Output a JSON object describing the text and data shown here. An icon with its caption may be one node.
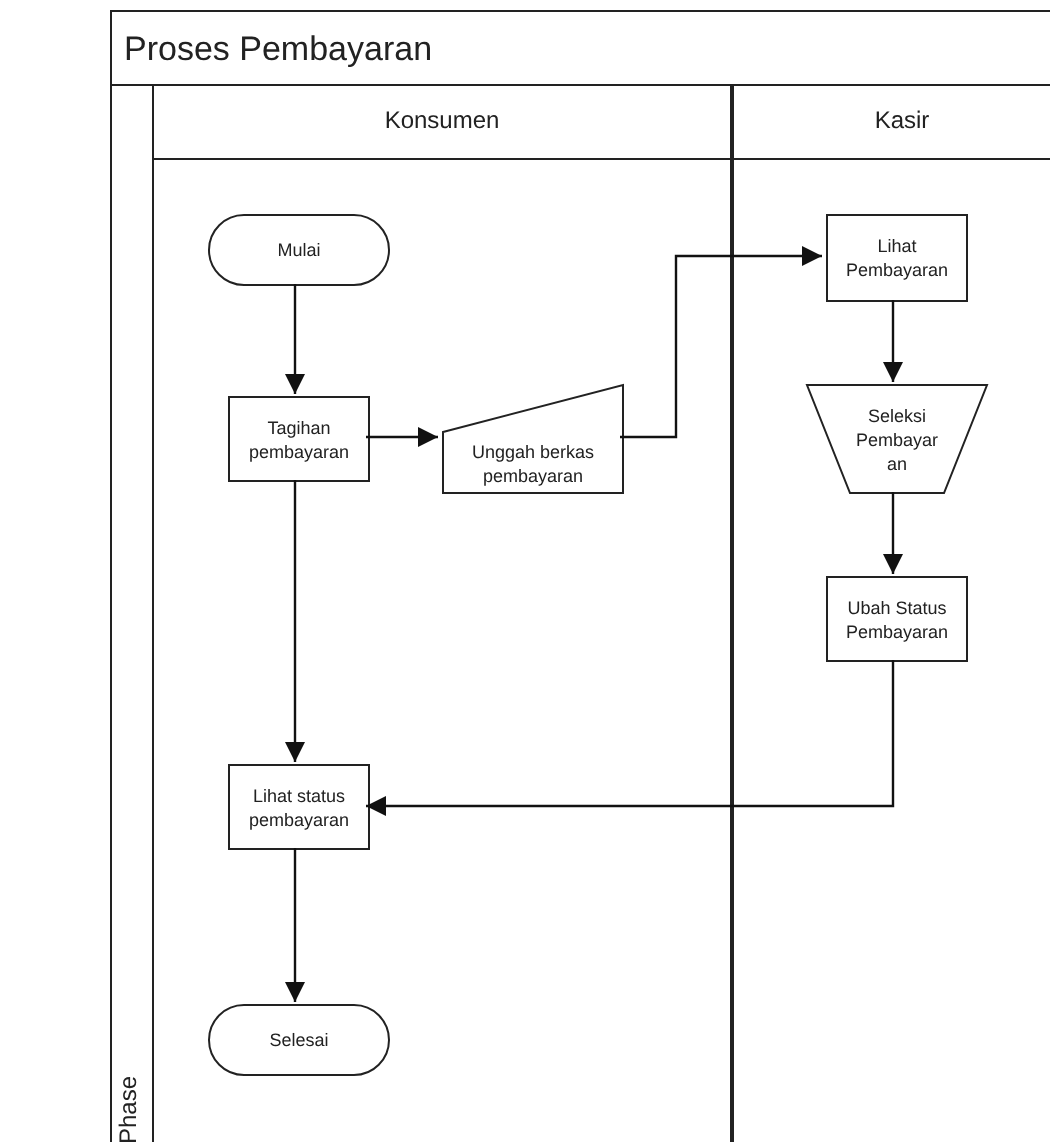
{
  "diagram": {
    "nodes": [
      {
        "text": [
          "Proses Pembayaran"
        ]
      },
      {
        "text": [
          "Konsumen"
        ],
        "in": 0
      },
      {
        "text": [
          "Kasir"
        ],
        "in": 0
      },
      {
        "text": [
          "Phase"
        ],
        "in": 0
      },
      {
        "text": [
          "Mulai"
        ],
        "in": 1
      },
      {
        "text": [
          "Tagihan pembayaran"
        ],
        "in": 1
      },
      {
        "text": [
          "Unggah berkas pembayaran"
        ],
        "in": 1
      },
      {
        "text": [
          "Lihat Pembayaran"
        ],
        "in": 2
      },
      {
        "text": [
          "Seleksi Pembayaran"
        ],
        "in": 2
      },
      {
        "text": [
          "Ubah Status Pembayaran"
        ],
        "in": 2
      },
      {
        "text": [
          "Lihat status pembayaran"
        ],
        "in": 1
      },
      {
        "text": [
          "Selesai"
        ],
        "in": 1
      }
    ],
    "edges": [
      {
        "from": 4,
        "to": 5,
        "arrow": "to"
      },
      {
        "from": 5,
        "to": 6,
        "arrow": "to"
      },
      {
        "from": 6,
        "to": 7,
        "arrow": "to"
      },
      {
        "from": 7,
        "to": 8,
        "arrow": "to"
      },
      {
        "from": 8,
        "to": 9,
        "arrow": "to"
      },
      {
        "from": 5,
        "to": 10,
        "arrow": "to"
      },
      {
        "from": 9,
        "to": 10,
        "arrow": "to"
      },
      {
        "from": 10,
        "to": 11,
        "arrow": "to"
      }
    ]
  }
}
